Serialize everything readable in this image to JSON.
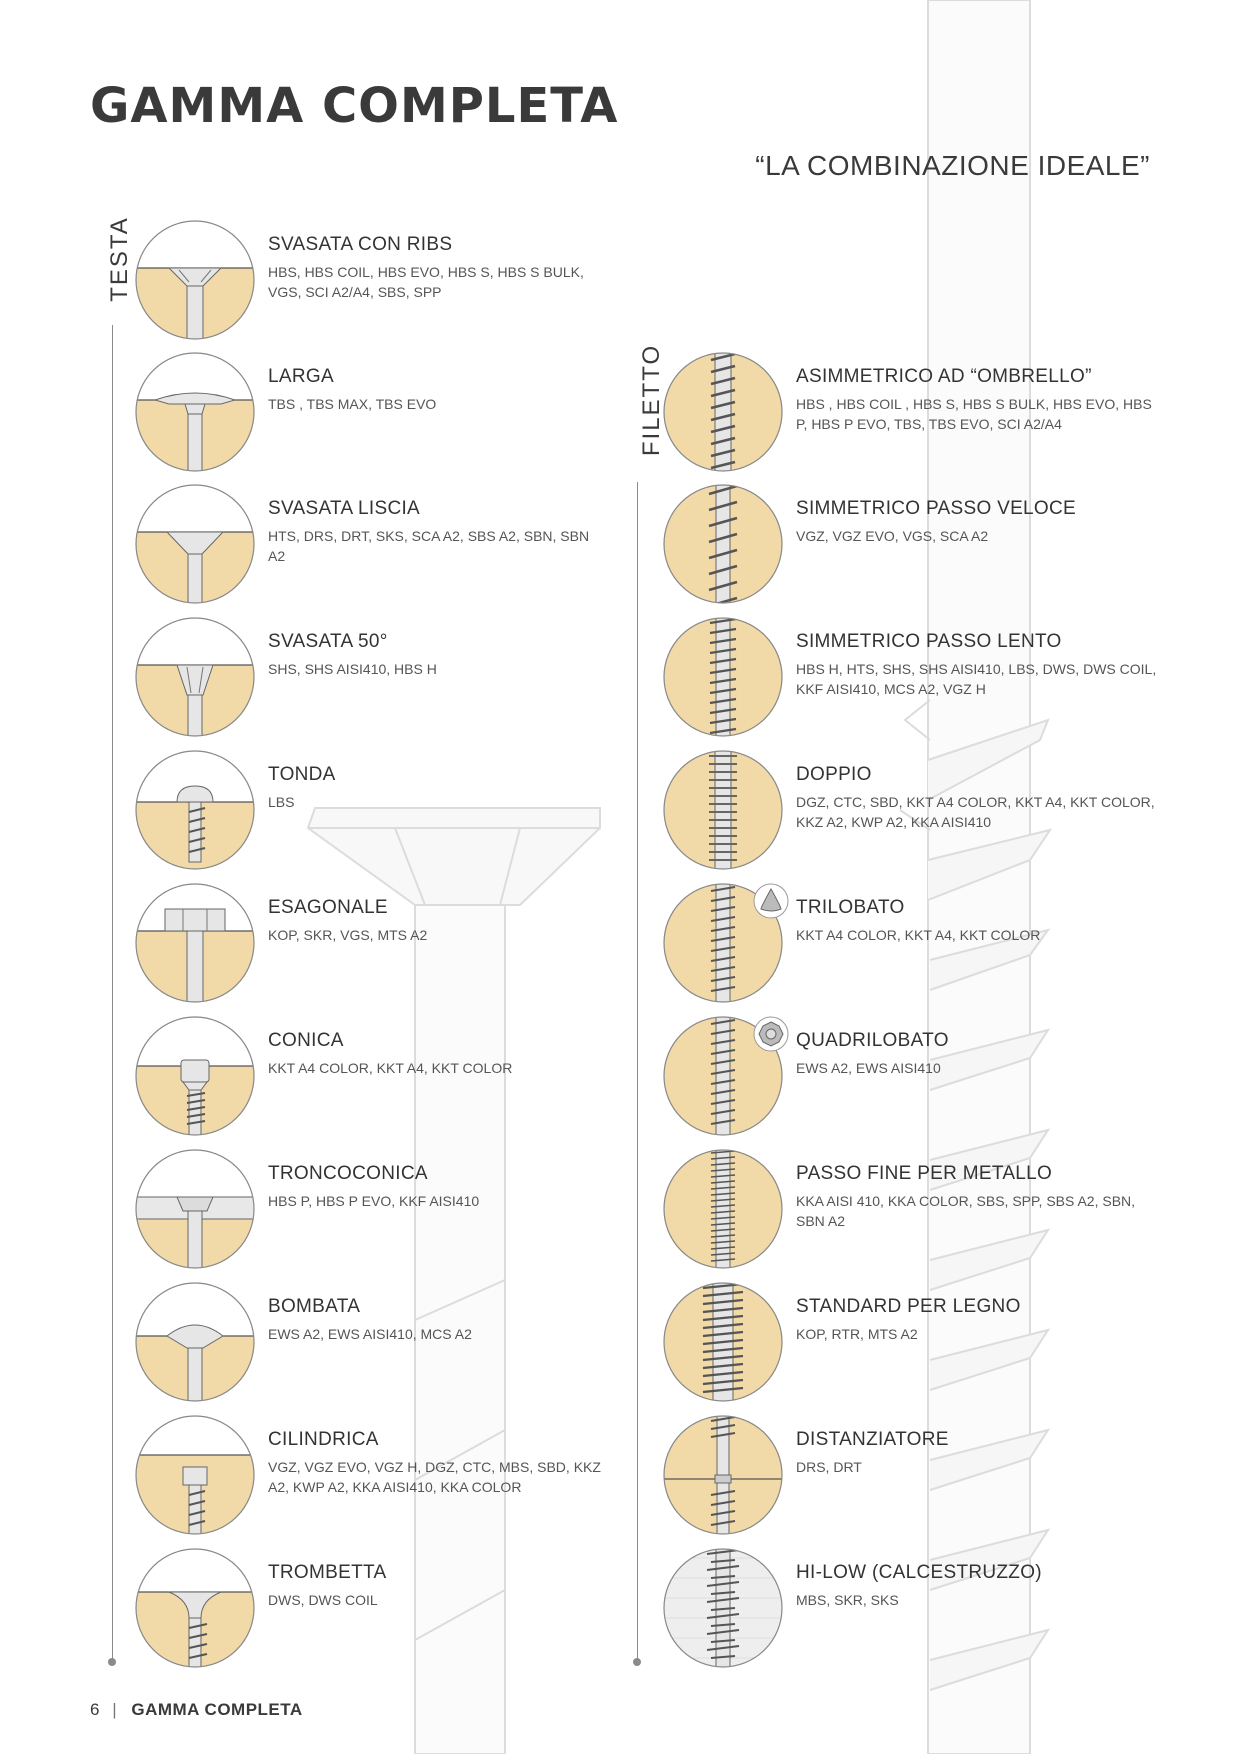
{
  "page": {
    "title": "GAMMA COMPLETA",
    "subtitle": "“LA COMBINAZIONE IDEALE”"
  },
  "colors": {
    "wood": "#f1d9a8",
    "metal": "#e6e6e6",
    "line": "#8a8a8a",
    "text": "#3a3a3a"
  },
  "testa": {
    "label": "TESTA",
    "items": [
      {
        "name": "SVASATA CON RIBS",
        "codes": "HBS, HBS COIL, HBS EVO, HBS S, HBS S BULK, VGS, SCI A2/A4, SBS, SPP",
        "icon": "countersunk-ribs-head-icon"
      },
      {
        "name": "LARGA",
        "codes": "TBS , TBS MAX, TBS EVO",
        "icon": "wide-head-icon"
      },
      {
        "name": "SVASATA LISCIA",
        "codes": "HTS, DRS, DRT, SKS, SCA A2, SBS A2, SBN, SBN A2",
        "icon": "countersunk-smooth-head-icon"
      },
      {
        "name": "SVASATA 50°",
        "codes": "SHS, SHS AISI410, HBS H",
        "icon": "countersunk-50-head-icon"
      },
      {
        "name": "TONDA",
        "codes": "LBS",
        "icon": "round-head-icon"
      },
      {
        "name": "ESAGONALE",
        "codes": "KOP, SKR, VGS, MTS A2",
        "icon": "hexagonal-head-icon"
      },
      {
        "name": "CONICA",
        "codes": "KKT A4 COLOR, KKT A4, KKT COLOR",
        "icon": "conical-head-icon"
      },
      {
        "name": "TRONCOCONICA",
        "codes": "HBS P, HBS P EVO, KKF AISI410",
        "icon": "truncated-cone-head-icon"
      },
      {
        "name": "BOMBATA",
        "codes": "EWS A2, EWS AISI410, MCS A2",
        "icon": "domed-head-icon"
      },
      {
        "name": "CILINDRICA",
        "codes": "VGZ, VGZ EVO, VGZ H, DGZ, CTC, MBS, SBD, KKZ A2, KWP A2, KKA AISI410, KKA COLOR",
        "icon": "cylindrical-head-icon"
      },
      {
        "name": "TROMBETTA",
        "codes": "DWS, DWS COIL",
        "icon": "trumpet-head-icon"
      }
    ]
  },
  "filetto": {
    "label": "FILETTO",
    "items": [
      {
        "name": "ASIMMETRICO AD “OMBRELLO”",
        "codes": "HBS , HBS COIL , HBS S, HBS S BULK,  HBS EVO, HBS P, HBS P EVO, TBS, TBS EVO, SCI A2/A4",
        "icon": "asymmetric-umbrella-thread-icon"
      },
      {
        "name": "SIMMETRICO PASSO VELOCE",
        "codes": "VGZ, VGZ EVO, VGS, SCA A2",
        "icon": "symmetric-fast-thread-icon"
      },
      {
        "name": "SIMMETRICO PASSO LENTO",
        "codes": "HBS H, HTS, SHS, SHS AISI410, LBS, DWS, DWS COIL, KKF AISI410, MCS A2, VGZ H",
        "icon": "symmetric-slow-thread-icon"
      },
      {
        "name": "DOPPIO",
        "codes": "DGZ, CTC, SBD, KKT A4 COLOR, KKT A4, KKT COLOR, KKZ A2, KWP A2, KKA AISI410",
        "icon": "double-thread-icon"
      },
      {
        "name": "TRILOBATO",
        "codes": "KKT A4 COLOR, KKT A4, KKT COLOR",
        "icon": "trilobular-thread-icon"
      },
      {
        "name": "QUADRILOBATO",
        "codes": "EWS A2, EWS AISI410",
        "icon": "quadrilobular-thread-icon"
      },
      {
        "name": "PASSO FINE PER METALLO",
        "codes": "KKA AISI 410, KKA COLOR, SBS, SPP, SBS A2, SBN, SBN A2",
        "icon": "fine-metal-thread-icon"
      },
      {
        "name": "STANDARD PER LEGNO",
        "codes": "KOP, RTR, MTS A2",
        "icon": "standard-wood-thread-icon"
      },
      {
        "name": "DISTANZIATORE",
        "codes": "DRS, DRT",
        "icon": "spacer-thread-icon"
      },
      {
        "name": "HI-LOW (CALCESTRUZZO)",
        "codes": "MBS, SKR, SKS",
        "icon": "hi-low-concrete-thread-icon"
      }
    ]
  },
  "footer": {
    "page_number": "6",
    "separator": "|",
    "label": "GAMMA COMPLETA"
  }
}
